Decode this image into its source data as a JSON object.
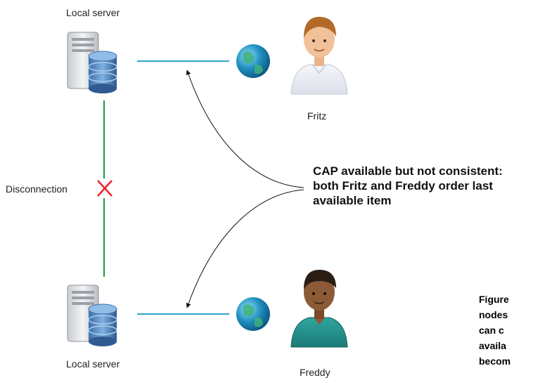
{
  "labels": {
    "top_server": "Local server",
    "bottom_server": "Local server",
    "user_top": "Fritz",
    "user_bottom": "Freddy",
    "disconnection": "Disconnection"
  },
  "callout": {
    "line1": "CAP available but not consistent:",
    "line2": "both Fritz and Freddy order last",
    "line3": "available item"
  },
  "caption_fragment": [
    "Figure",
    "nodes",
    "can c",
    "availa",
    "becom"
  ],
  "colors": {
    "network_line": "#2aa6c9",
    "partition_line": "#1a9a3c",
    "disconnect_mark": "#e8262a",
    "callout_arrow": "#111111"
  },
  "icons": {
    "server": "server-database-icon",
    "globe": "globe-icon",
    "user_top": "person-light-skin-icon",
    "user_bottom": "person-dark-skin-icon",
    "disconnect": "red-x-icon"
  }
}
